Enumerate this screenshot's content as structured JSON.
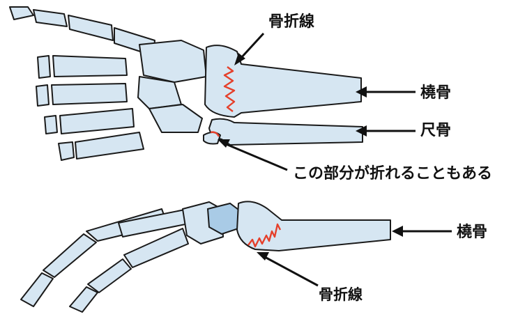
{
  "labels": {
    "fracture_line_top": "骨折線",
    "radius_top": "橈骨",
    "ulna": "尺骨",
    "note": "この部分が折れることもある",
    "radius_bottom": "橈骨",
    "fracture_line_bottom": "骨折線"
  },
  "colors": {
    "bone_fill": "#d6e6f2",
    "bone_outline": "#1a1a1a",
    "fracture": "#e5402b",
    "text": "#111111"
  }
}
